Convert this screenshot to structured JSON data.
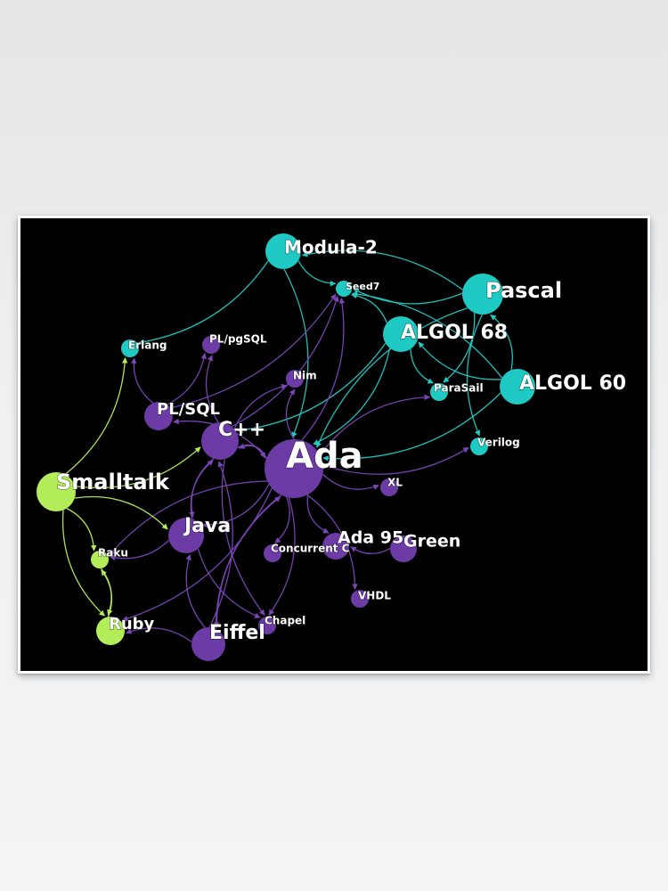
{
  "colors": {
    "teal": "#1fc9c4",
    "purple": "#6d3ba6",
    "green": "#b3ee5a",
    "background": "#000000",
    "label": "#ffffff"
  },
  "graph": {
    "nodes": [
      {
        "id": "modula2",
        "label": "Modula-2",
        "group": "teal"
      },
      {
        "id": "seed7",
        "label": "Seed7",
        "group": "teal"
      },
      {
        "id": "pascal",
        "label": "Pascal",
        "group": "teal"
      },
      {
        "id": "algol68",
        "label": "ALGOL 68",
        "group": "teal"
      },
      {
        "id": "algol60",
        "label": "ALGOL 60",
        "group": "teal"
      },
      {
        "id": "parasail",
        "label": "ParaSail",
        "group": "teal"
      },
      {
        "id": "verilog",
        "label": "Verilog",
        "group": "teal"
      },
      {
        "id": "erlang",
        "label": "Erlang",
        "group": "teal"
      },
      {
        "id": "plpgsql",
        "label": "PL/pgSQL",
        "group": "purple"
      },
      {
        "id": "nim",
        "label": "Nim",
        "group": "purple"
      },
      {
        "id": "plsql",
        "label": "PL/SQL",
        "group": "purple"
      },
      {
        "id": "cpp",
        "label": "C++",
        "group": "purple"
      },
      {
        "id": "ada",
        "label": "Ada",
        "group": "purple"
      },
      {
        "id": "xl",
        "label": "XL",
        "group": "purple"
      },
      {
        "id": "java",
        "label": "Java",
        "group": "purple"
      },
      {
        "id": "concurrentc",
        "label": "Concurrent C",
        "group": "purple"
      },
      {
        "id": "ada95",
        "label": "Ada 95",
        "group": "purple"
      },
      {
        "id": "green",
        "label": "Green",
        "group": "purple"
      },
      {
        "id": "vhdl",
        "label": "VHDL",
        "group": "purple"
      },
      {
        "id": "chapel",
        "label": "Chapel",
        "group": "purple"
      },
      {
        "id": "eiffel",
        "label": "Eiffel",
        "group": "purple"
      },
      {
        "id": "smalltalk",
        "label": "Smalltalk",
        "group": "green"
      },
      {
        "id": "raku",
        "label": "Raku",
        "group": "green"
      },
      {
        "id": "ruby",
        "label": "Ruby",
        "group": "green"
      }
    ],
    "edges": [
      [
        "pascal",
        "ada"
      ],
      [
        "pascal",
        "seed7"
      ],
      [
        "pascal",
        "modula2"
      ],
      [
        "pascal",
        "parasail"
      ],
      [
        "pascal",
        "verilog"
      ],
      [
        "algol68",
        "ada"
      ],
      [
        "algol68",
        "seed7"
      ],
      [
        "algol68",
        "cpp"
      ],
      [
        "algol68",
        "parasail"
      ],
      [
        "algol60",
        "ada"
      ],
      [
        "algol60",
        "pascal"
      ],
      [
        "algol60",
        "algol68"
      ],
      [
        "algol60",
        "seed7"
      ],
      [
        "modula2",
        "ada"
      ],
      [
        "modula2",
        "seed7"
      ],
      [
        "modula2",
        "erlang"
      ],
      [
        "ada",
        "cpp"
      ],
      [
        "ada",
        "java"
      ],
      [
        "ada",
        "plsql"
      ],
      [
        "ada",
        "nim"
      ],
      [
        "ada",
        "seed7"
      ],
      [
        "ada",
        "ruby"
      ],
      [
        "ada",
        "eiffel"
      ],
      [
        "ada",
        "chapel"
      ],
      [
        "ada",
        "ada95"
      ],
      [
        "ada",
        "vhdl"
      ],
      [
        "ada",
        "xl"
      ],
      [
        "ada",
        "parasail"
      ],
      [
        "ada",
        "verilog"
      ],
      [
        "ada",
        "concurrentc"
      ],
      [
        "ada",
        "raku"
      ],
      [
        "green",
        "ada95"
      ],
      [
        "cpp",
        "java"
      ],
      [
        "cpp",
        "plpgsql"
      ],
      [
        "cpp",
        "seed7"
      ],
      [
        "cpp",
        "nim"
      ],
      [
        "cpp",
        "chapel"
      ],
      [
        "cpp",
        "ada"
      ],
      [
        "plsql",
        "plpgsql"
      ],
      [
        "plsql",
        "erlang"
      ],
      [
        "plsql",
        "seed7"
      ],
      [
        "eiffel",
        "java"
      ],
      [
        "eiffel",
        "ruby"
      ],
      [
        "eiffel",
        "ada"
      ],
      [
        "eiffel",
        "cpp"
      ],
      [
        "java",
        "raku"
      ],
      [
        "java",
        "chapel"
      ],
      [
        "java",
        "cpp"
      ],
      [
        "smalltalk",
        "erlang"
      ],
      [
        "smalltalk",
        "java"
      ],
      [
        "smalltalk",
        "cpp"
      ],
      [
        "smalltalk",
        "raku"
      ],
      [
        "smalltalk",
        "ruby"
      ],
      [
        "raku",
        "ruby"
      ],
      [
        "ruby",
        "raku"
      ]
    ]
  }
}
